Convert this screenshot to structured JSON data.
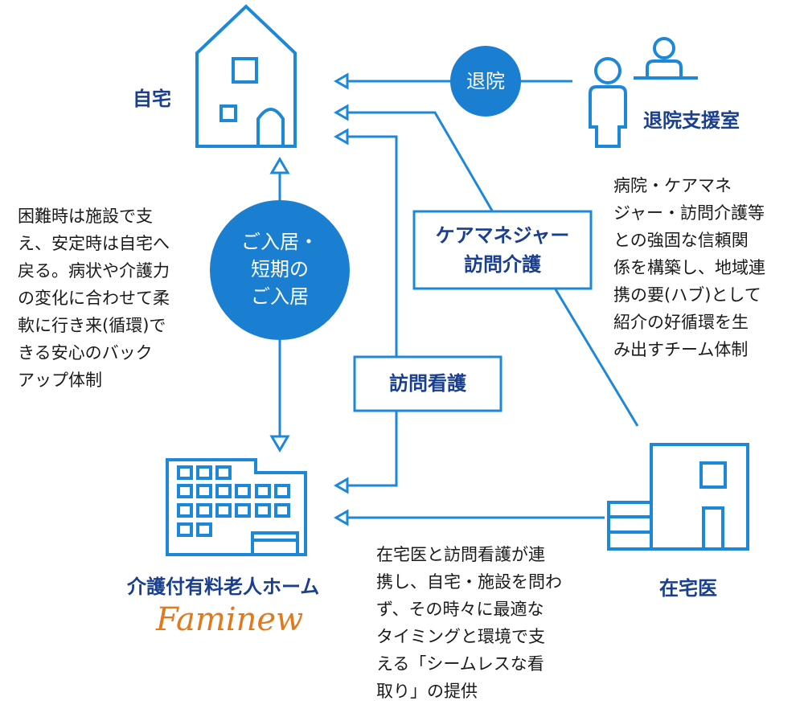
{
  "nodes": {
    "home": {
      "label": "自宅"
    },
    "discharge_room": {
      "label": "退院支援室"
    },
    "care_home": {
      "label": "介護付有料老人ホーム",
      "logo": "Faminew"
    },
    "home_doctor": {
      "label": "在宅医"
    }
  },
  "connectors": {
    "discharge": "退院",
    "admission": [
      "ご入居・",
      "短期の",
      "ご入居"
    ],
    "care_manager": [
      "ケアマネジャー",
      "訪問介護"
    ],
    "visiting_nursing": "訪問看護"
  },
  "descriptions": {
    "left": [
      "困難時は施設で支",
      "え、安定時は自宅へ",
      "戻る。病状や介護力",
      "の変化に合わせて柔",
      "軟に行き来(循環)で",
      "きる安心のバック",
      "アップ体制"
    ],
    "right": [
      "病院・ケアマネ",
      "ジャー・訪問介護等",
      "との強固な信頼関",
      "係を構築し、地域連",
      "携の要(ハブ)として",
      "紹介の好循環を生",
      "み出すチーム体制"
    ],
    "bottom": [
      "在宅医と訪問看護が連",
      "携し、自宅・施設を問わ",
      "ず、その時々に最適な",
      "タイミングと環境で支",
      "える「シームレスな看",
      "取り」の提供"
    ]
  },
  "colors": {
    "line": "#1e88d8",
    "circle": "#1a7fd1",
    "label": "#1a3f8f",
    "logo": "#e07a1f"
  }
}
